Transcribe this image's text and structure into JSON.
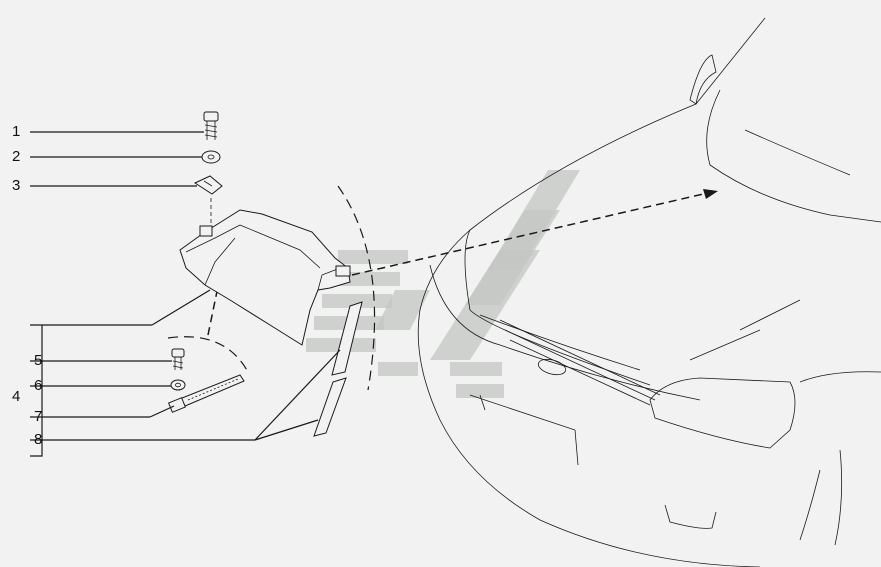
{
  "callouts": [
    {
      "number": "1",
      "part": "screw"
    },
    {
      "number": "2",
      "part": "washer"
    },
    {
      "number": "3",
      "part": "clip-nut"
    },
    {
      "number": "4",
      "part": "bracket-group"
    },
    {
      "number": "5",
      "part": "screw"
    },
    {
      "number": "6",
      "part": "washer"
    },
    {
      "number": "7",
      "part": "strap-tie"
    },
    {
      "number": "8",
      "part": "seal-strip"
    }
  ],
  "colors": {
    "background": "#f2f2f2",
    "line": "#1a1a1a",
    "watermark": "#c3c6c3"
  },
  "watermark_icon": "manufacturer-logo-watermark"
}
